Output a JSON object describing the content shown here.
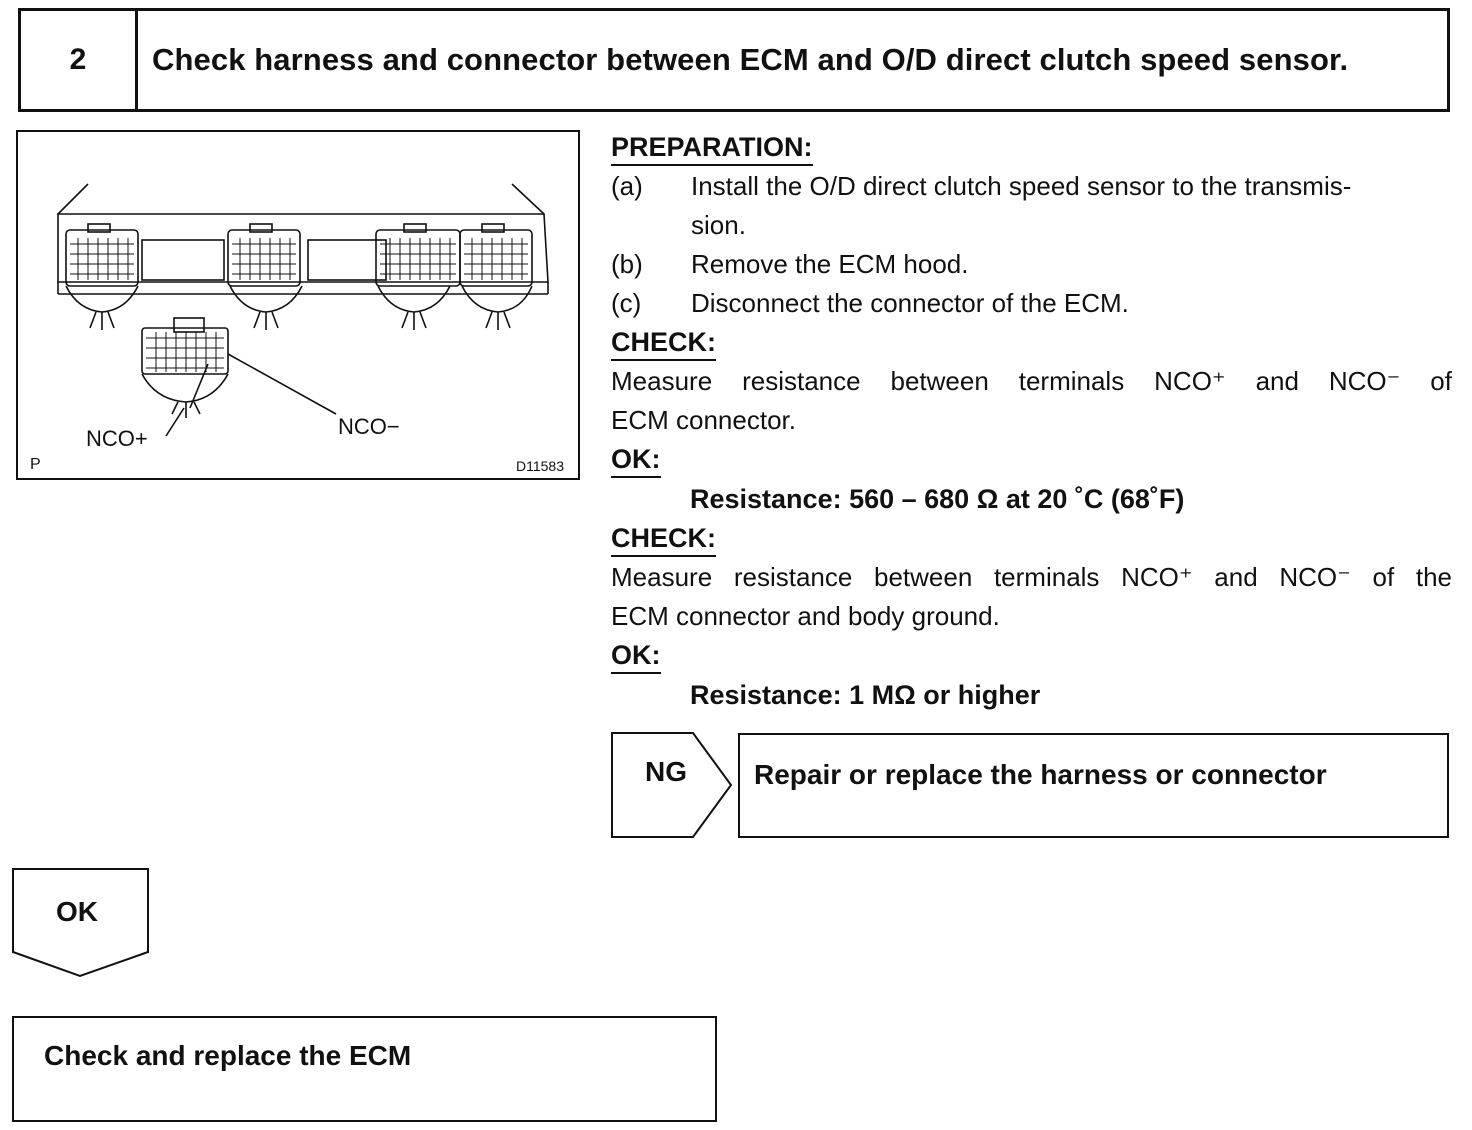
{
  "step": {
    "number": "2",
    "title": "Check harness and connector between ECM and O/D direct clutch speed sensor."
  },
  "figure": {
    "label_nco_plus": "NCO+",
    "label_nco_minus": "NCO−",
    "corner_letter": "P",
    "figure_code": "D11583"
  },
  "preparation": {
    "heading": "PREPARATION:",
    "items": [
      {
        "label": "(a)",
        "text_line1": "Install the O/D direct clutch speed sensor to the transmis-",
        "text_line2": "sion."
      },
      {
        "label": "(b)",
        "text": "Remove the ECM hood."
      },
      {
        "label": "(c)",
        "text": "Disconnect the connector of the ECM."
      }
    ]
  },
  "check1": {
    "heading": "CHECK:",
    "line1": "Measure resistance between terminals NCO⁺ and NCO⁻ of",
    "line2": "ECM connector."
  },
  "ok1": {
    "heading": "OK:",
    "spec": "Resistance: 560 – 680 Ω at 20 ˚C (68˚F)"
  },
  "check2": {
    "heading": "CHECK:",
    "line1": "Measure resistance between terminals NCO⁺ and NCO⁻ of the",
    "line2": "ECM connector and body ground."
  },
  "ok2": {
    "heading": "OK:",
    "spec": "Resistance: 1 MΩ or higher"
  },
  "ng_branch": {
    "label": "NG",
    "action": "Repair or replace the harness or connector"
  },
  "ok_branch": {
    "label": "OK",
    "action": "Check and replace the ECM"
  }
}
